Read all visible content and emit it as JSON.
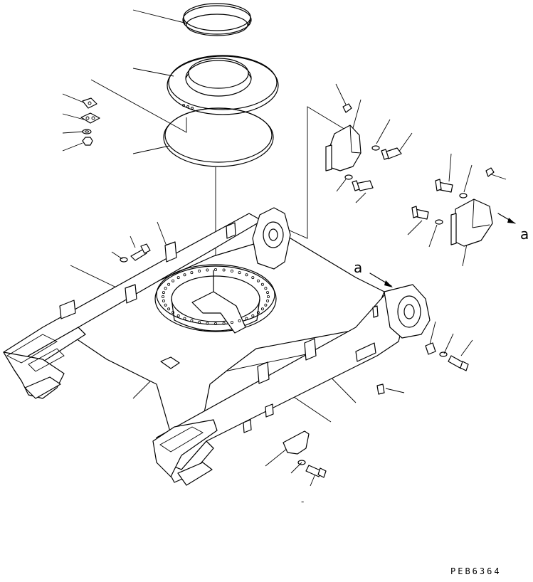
{
  "view_label_left": "a",
  "view_label_right": "a",
  "drawing_code": "PEB6364",
  "stray_mark": "-"
}
